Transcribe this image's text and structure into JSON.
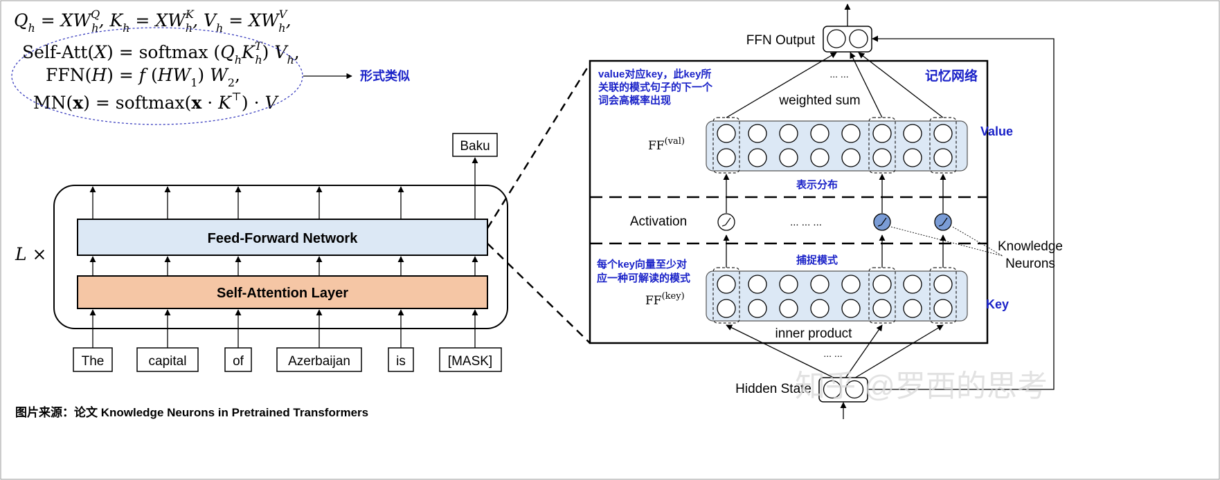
{
  "formulas": {
    "line1": "Q_h = XW_h^Q, K_h = XW_h^K, V_h = XW_h^V,",
    "line2": "Self-Att(X) = softmax(Q_h K_h^T) V_h,",
    "line3": "FFN(H) = f(HW_1) W_2,",
    "line4": "MN(x) = softmax(x · K^T) · V"
  },
  "annotations": {
    "similar": "形式类似",
    "value_desc": [
      "value对应key，此key所",
      "关联的模式句子的下一个",
      "词会高概率出现"
    ],
    "key_desc": [
      "每个key向量至少对",
      "应一种可解读的模式"
    ],
    "memory_network": "记忆网络",
    "representation": "表示分布",
    "capture_pattern": "捕捉模式",
    "value_label": "Value",
    "key_label": "Key"
  },
  "transformer": {
    "repeat_label": "L ×",
    "ffn_label": "Feed-Forward Network",
    "attention_label": "Self-Attention Layer",
    "output_token": "Baku",
    "tokens": [
      "The",
      "capital",
      "of",
      "Azerbaijan",
      "is",
      "[MASK]"
    ]
  },
  "memory": {
    "ffn_output": "FFN Output",
    "weighted_sum": "weighted sum",
    "ff_val": "FF",
    "ff_val_sup": "(val)",
    "ff_key": "FF",
    "ff_key_sup": "(key)",
    "activation": "Activation",
    "ellipsis_top": "... ...",
    "ellipsis_mid": "... ... ...",
    "ellipsis_bottom": "... ...",
    "inner_product": "inner product",
    "hidden_state": "Hidden State",
    "knowledge_neurons": [
      "Knowledge",
      "Neurons"
    ]
  },
  "caption": "图片来源：论文 Knowledge Neurons in Pretrained Transformers",
  "watermark": "知乎 @罗西的思考",
  "colors": {
    "ffn_fill": "#dce8f5",
    "attention_fill": "#f5c6a5",
    "neuron_panel": "#dce8f5",
    "active_neuron": "#7a9cd6",
    "annotation_blue": "#1a22c8"
  }
}
